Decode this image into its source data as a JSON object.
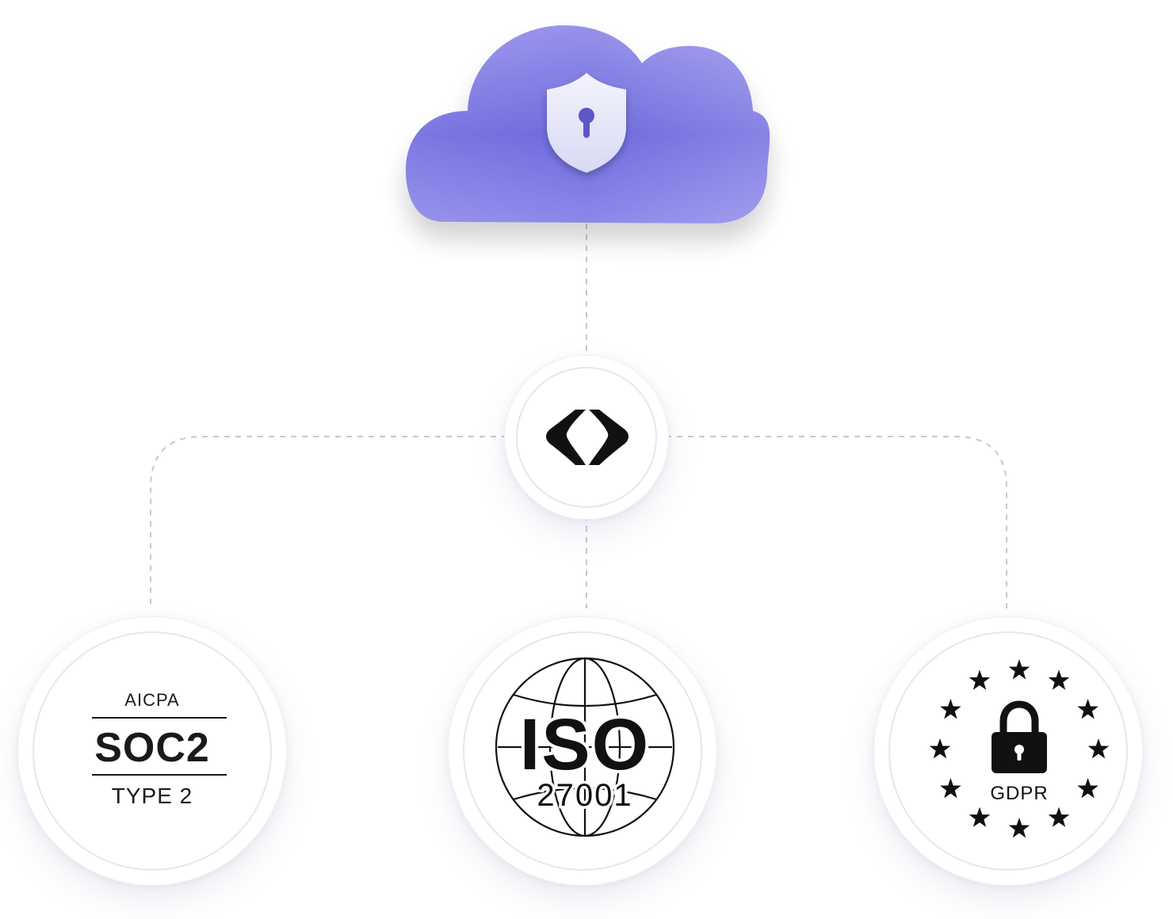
{
  "diagram": {
    "cloud": {
      "icon": "shield-lock-icon",
      "colors": {
        "top": "#8f8ce8",
        "bottom": "#6a66dc",
        "shield": "#eceefb",
        "keyhole": "#5b57c9"
      }
    },
    "hub": {
      "icon": "code-brackets-logo-icon",
      "color": "#111111"
    },
    "badges": {
      "soc2": {
        "top": "AICPA",
        "main": "SOC2",
        "bottom": "TYPE 2"
      },
      "iso": {
        "main": "ISO",
        "sub": "27001",
        "icon": "globe-icon"
      },
      "gdpr": {
        "label": "GDPR",
        "icon": "padlock-icon",
        "stars": 12
      }
    },
    "connector_color": "#c4c8d0"
  }
}
